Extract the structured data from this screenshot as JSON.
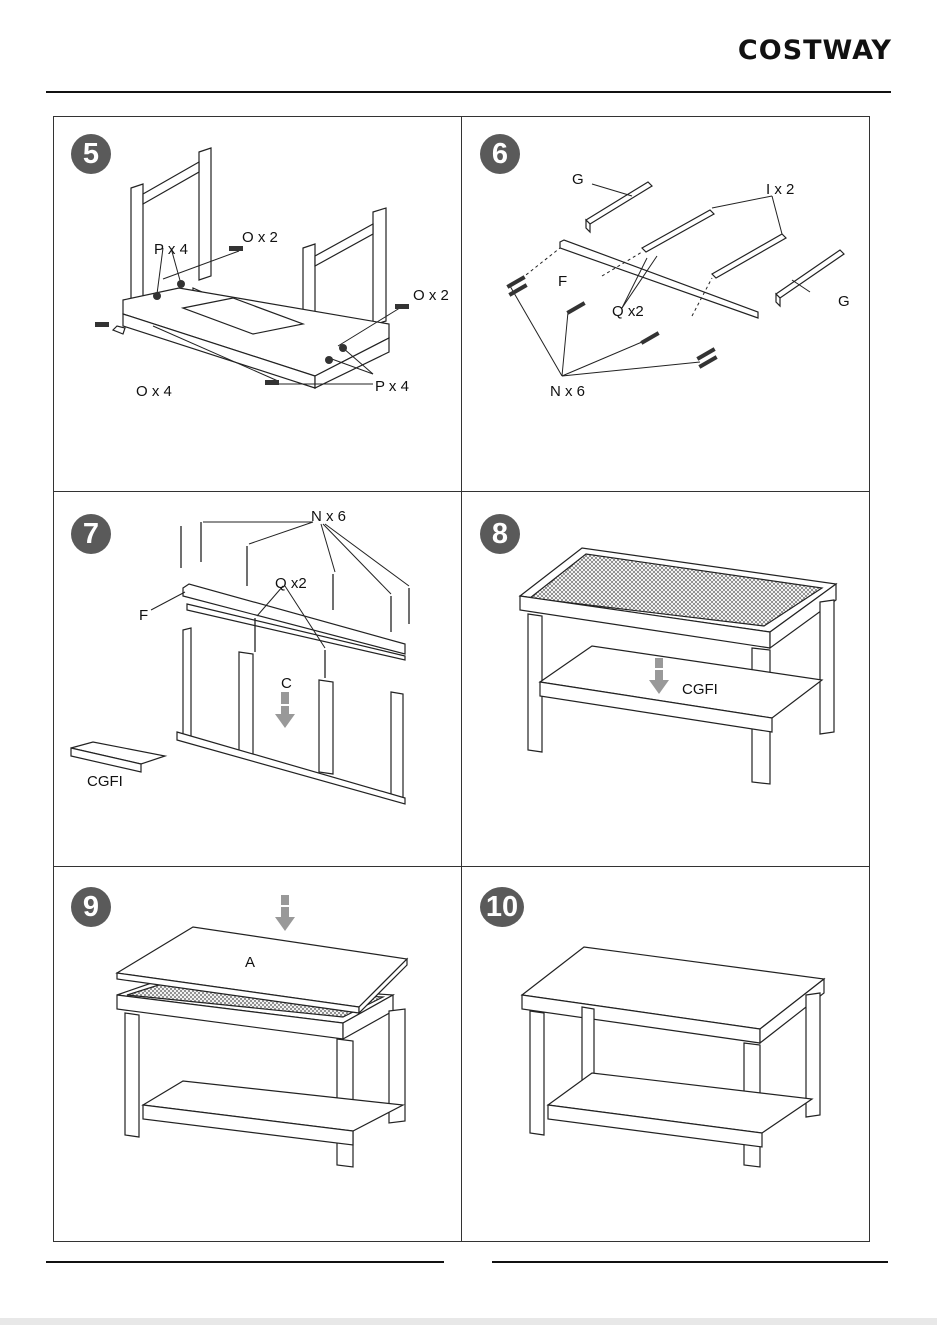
{
  "header": {
    "brand": "COSTWAY"
  },
  "steps": [
    {
      "number": "5",
      "labels": [
        "P x 4",
        "O x 2",
        "O x 2",
        "O x 4",
        "P x 4"
      ]
    },
    {
      "number": "6",
      "labels": [
        "G",
        "I  x 2",
        "F",
        "Q x2",
        "G",
        "N  x 6"
      ]
    },
    {
      "number": "7",
      "labels": [
        "N  x 6",
        "Q x2",
        "F",
        "C",
        "CGFI"
      ]
    },
    {
      "number": "8",
      "labels": [
        "CGFI"
      ]
    },
    {
      "number": "9",
      "labels": [
        "A"
      ]
    },
    {
      "number": "10",
      "labels": []
    }
  ]
}
